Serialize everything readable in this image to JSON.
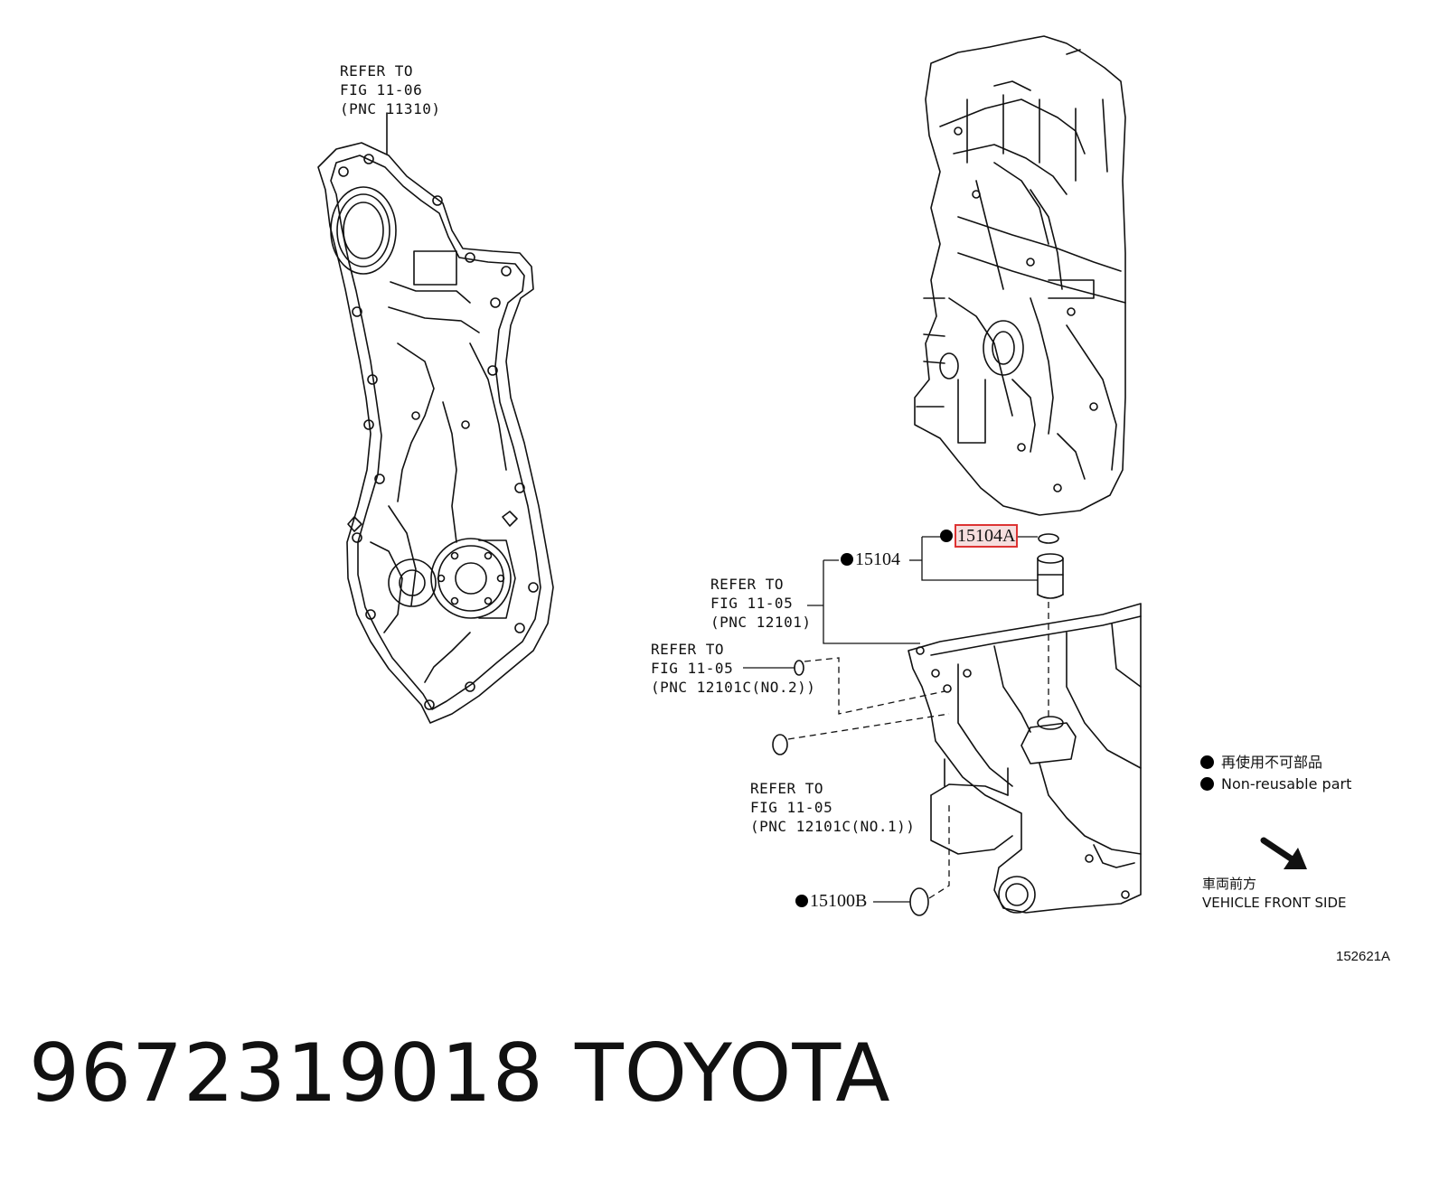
{
  "refs": {
    "top": [
      "REFER TO",
      "FIG 11-06",
      "(PNC 11310)"
    ],
    "mid": [
      "REFER TO",
      "FIG 11-05",
      "(PNC 12101)"
    ],
    "no2": [
      "REFER TO",
      "FIG 11-05",
      "(PNC 12101C(NO.2))"
    ],
    "no1": [
      "REFER TO",
      "FIG 11-05",
      "(PNC 12101C(NO.1))"
    ]
  },
  "parts": {
    "highlighted": "15104A",
    "main": "15104",
    "bottom": "15100B"
  },
  "legend": {
    "ja": "再使用不可部品",
    "en": "Non-reusable part"
  },
  "direction": {
    "ja": "車両前方",
    "en": "VEHICLE FRONT SIDE"
  },
  "illustration_id": "152621A",
  "footer": {
    "part_number": "9672319018",
    "brand": "TOYOTA"
  }
}
